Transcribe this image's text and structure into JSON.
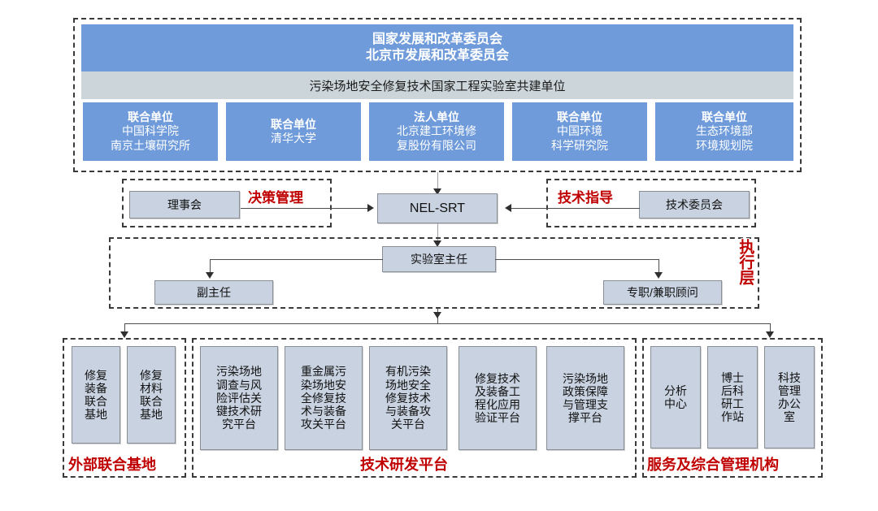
{
  "diagram": {
    "title_top_line1": "国家发展和改革委员会",
    "title_top_line2": "北京市发展和改革委员会",
    "subtitle_band": "污染场地安全修复技术国家工程实验室共建单位",
    "partner_units": [
      {
        "role": "联合单位",
        "name_line1": "中国科学院",
        "name_line2": "南京土壤研究所"
      },
      {
        "role": "联合单位",
        "name_line1": "清华大学",
        "name_line2": ""
      },
      {
        "role": "法人单位",
        "name_line1": "北京建工环境修",
        "name_line2": "复股份有限公司"
      },
      {
        "role": "联合单位",
        "name_line1": "中国环境",
        "name_line2": "科学研究院"
      },
      {
        "role": "联合单位",
        "name_line1": "生态环境部",
        "name_line2": "环境规划院"
      }
    ],
    "governance": {
      "left_node": "理事会",
      "left_relation": "决策管理",
      "center_node": "NEL-SRT",
      "right_relation": "技术指导",
      "right_node": "技术委员会"
    },
    "executive": {
      "layer_label": "执行层",
      "director": "实验室主任",
      "deputy": "副主任",
      "advisor": "专职/兼职顾问"
    },
    "groups": [
      {
        "label": "外部联合基地",
        "items": [
          {
            "lines": [
              "修复",
              "装备",
              "联合",
              "基地"
            ]
          },
          {
            "lines": [
              "修复",
              "材料",
              "联合",
              "基地"
            ]
          }
        ]
      },
      {
        "label": "技术研发平台",
        "items": [
          {
            "lines": [
              "污染场地",
              "调查与风",
              "险评估关",
              "键技术研",
              "究平台"
            ]
          },
          {
            "lines": [
              "重金属污",
              "染场地安",
              "全修复技",
              "术与装备",
              "攻关平台"
            ]
          },
          {
            "lines": [
              "有机污染",
              "场地安全",
              "修复技术",
              "与装备攻",
              "关平台"
            ]
          },
          {
            "lines": [
              "修复技术",
              "及装备工",
              "程化应用",
              "验证平台"
            ]
          },
          {
            "lines": [
              "污染场地",
              "政策保障",
              "与管理支",
              "撑平台"
            ]
          }
        ]
      },
      {
        "label": "服务及综合管理机构",
        "items": [
          {
            "lines": [
              "分析",
              "中心"
            ]
          },
          {
            "lines": [
              "博士",
              "后科",
              "研工",
              "作站"
            ]
          },
          {
            "lines": [
              "科技",
              "管理",
              "办公",
              "室"
            ]
          }
        ]
      }
    ],
    "colors": {
      "header_blue": "#6f9bdb",
      "band_grey": "#ccd6da",
      "node_fill": "#c8d2e0",
      "node_border": "#8a8f96",
      "accent_red": "#c00000",
      "line": "#4d4d4d",
      "background": "#ffffff"
    }
  }
}
